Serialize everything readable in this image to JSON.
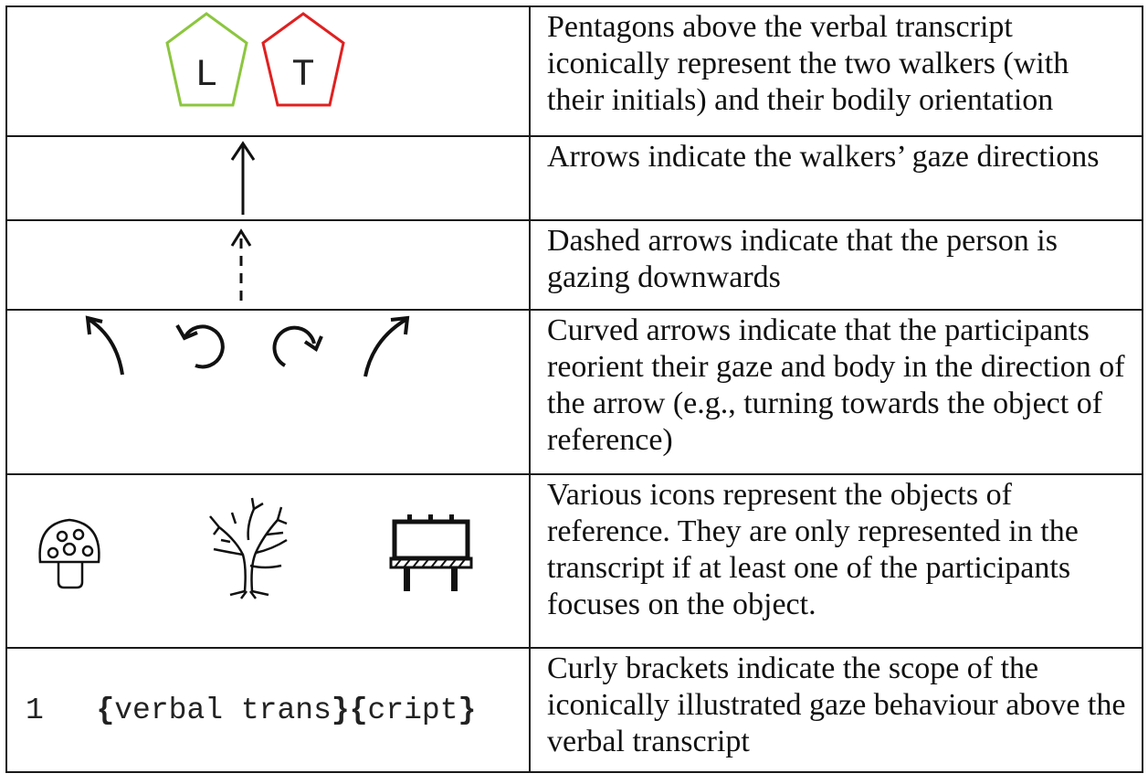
{
  "rows": [
    {
      "id": "pentagons",
      "description": "Pentagons above the verbal transcript iconically represent the two walkers (with their initials) and their bodily orientation",
      "walkers": [
        {
          "initial": "L",
          "color": "#8cc63f"
        },
        {
          "initial": "T",
          "color": "#e02020"
        }
      ]
    },
    {
      "id": "arrows",
      "description": "Arrows indicate the walkers’ gaze directions"
    },
    {
      "id": "dashed-arrows",
      "description": "Dashed arrows indicate that the person is gazing downwards"
    },
    {
      "id": "curved-arrows",
      "description": "Curved arrows indicate that the participants reorient their gaze and body in the direction of the arrow (e.g., turning towards the object of reference)",
      "icons": [
        "curved-arrow-up-left-icon",
        "curl-arrow-left-icon",
        "curl-arrow-right-icon",
        "curved-arrow-up-right-icon"
      ]
    },
    {
      "id": "object-icons",
      "description": "Various icons represent the objects of reference. They are only represented in the transcript if at least one of the participants focuses on the object.",
      "icons": [
        "mushroom-icon",
        "tree-icon",
        "billboard-icon"
      ]
    },
    {
      "id": "curly-brackets",
      "description": "Curly brackets indicate the scope of the iconically illustrated gaze behaviour above the verbal transcript",
      "transcript": {
        "line_number": "1",
        "open1": "{",
        "part1": "verbal trans",
        "close1": "}",
        "open2": "{",
        "part2": "cript",
        "close2": "}"
      }
    }
  ]
}
